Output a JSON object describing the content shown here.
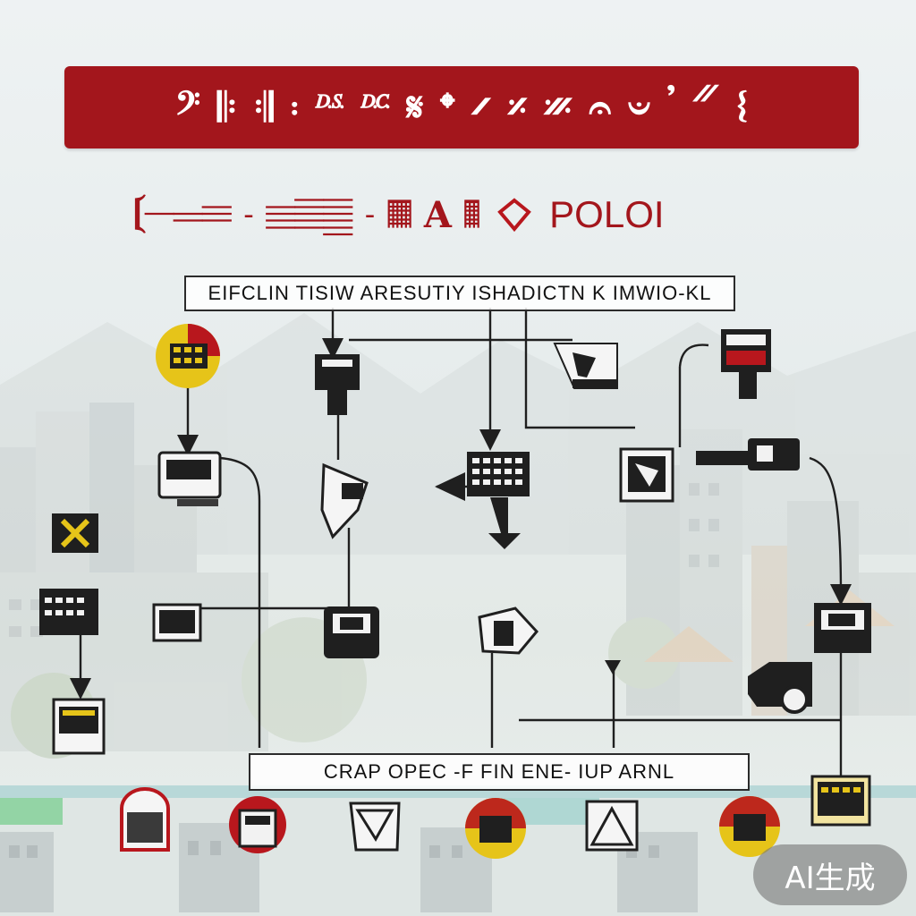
{
  "title": "𝄢 𝄆 𝄇 𝄈 𝄉 𝄊 𝄋 𝄌 𝄍 𝄎 𝄏 𝄐 𝄑 𝄒 𝄓 𝄔",
  "subtitle": {
    "part1": "𝄕𝄖𝄗𝄘",
    "sep1": "-",
    "part2": "𝄙𝄚𝄛",
    "sep2": "-",
    "part3": "𝄜 A 𝄝",
    "latin": "POLOI"
  },
  "labels": {
    "top": "EIFCLIN TISIW ARESUTIY ISHADICTN K IMWIO-KL",
    "bottom": "CRAP OPEC -F FIN ENE- IUP ARNL"
  },
  "badge": "AI生成",
  "colors": {
    "banner": "#a3161c",
    "accent_red": "#b8171d",
    "accent_yellow": "#e6c419",
    "line": "#1f1f1f",
    "badge_bg": "#7a7a7a"
  },
  "icons": [
    "round-seal-icon",
    "cash-register-icon",
    "folder-card-icon",
    "printer-terminal-icon",
    "device-box-icon",
    "gear-seal-icon",
    "monitor-icon",
    "screen-monitor-icon",
    "projector-icon",
    "calendar-monitor-icon",
    "pos-device-icon",
    "cup-icon",
    "printer-icon",
    "shield-seal-icon",
    "document-box-icon"
  ]
}
